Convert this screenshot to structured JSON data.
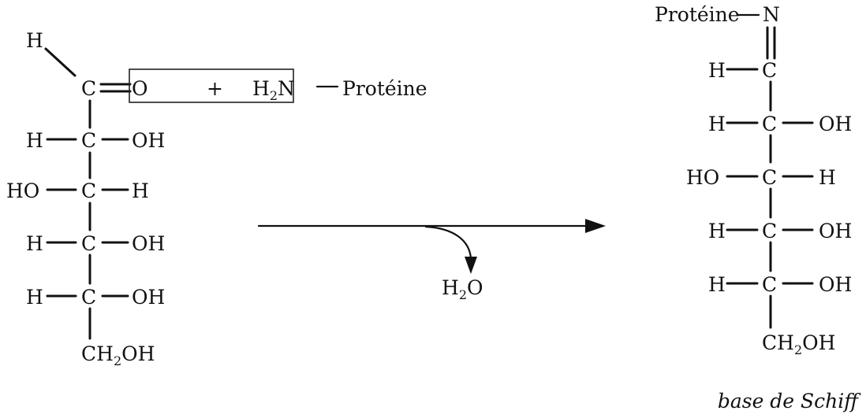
{
  "left": {
    "top_h": "H",
    "c1": {
      "c": "C",
      "o": "O"
    },
    "plus": "+",
    "amine": {
      "h": "H",
      "sub": "2",
      "n": "N",
      "protein": "Protéine"
    },
    "rows": [
      {
        "left": "H",
        "c": "C",
        "right": "OH"
      },
      {
        "left": "HO",
        "c": "C",
        "right": "H"
      },
      {
        "left": "H",
        "c": "C",
        "right": "OH"
      },
      {
        "left": "H",
        "c": "C",
        "right": "OH"
      }
    ],
    "bottom": {
      "a": "CH",
      "sub": "2",
      "b": "OH"
    }
  },
  "water": {
    "h": "H",
    "sub": "2",
    "o": "O"
  },
  "right": {
    "protein": "Protéine",
    "n": "N",
    "imine": {
      "left": "H",
      "c": "C"
    },
    "rows": [
      {
        "left": "H",
        "c": "C",
        "right": "OH"
      },
      {
        "left": "HO",
        "c": "C",
        "right": "H"
      },
      {
        "left": "H",
        "c": "C",
        "right": "OH"
      },
      {
        "left": "H",
        "c": "C",
        "right": "OH"
      }
    ],
    "bottom": {
      "a": "CH",
      "sub": "2",
      "b": "OH"
    },
    "caption": "base de Schiff"
  }
}
